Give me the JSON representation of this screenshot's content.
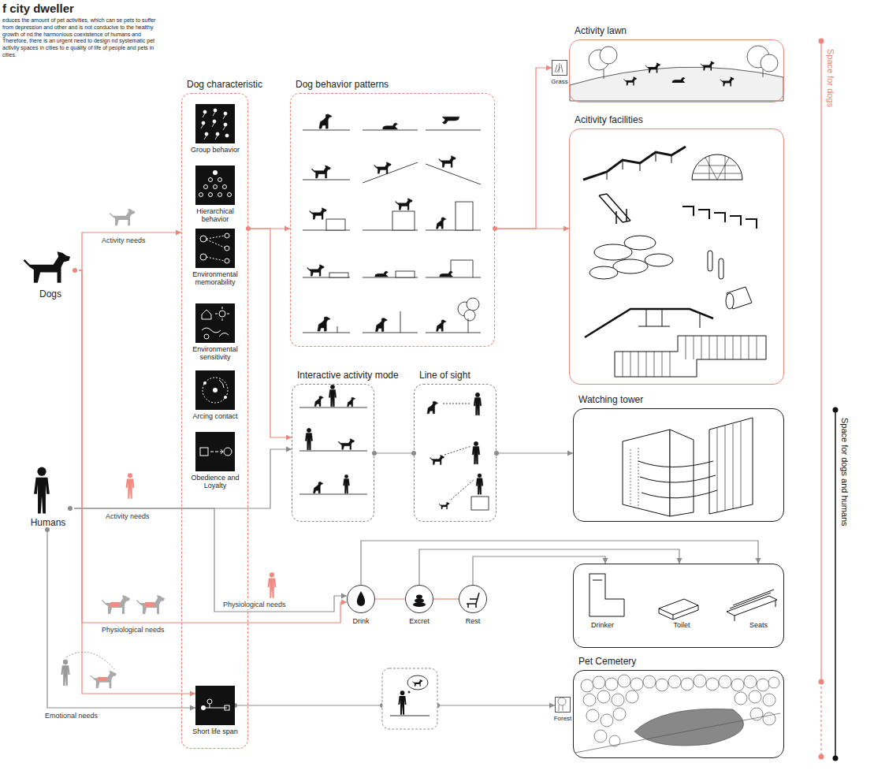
{
  "diagram": {
    "title": "f city dweller",
    "nodes": [
      {
        "text": [
          "Dog characteristic"
        ]
      },
      {
        "text": [
          "Group behavior"
        ],
        "in": 0
      },
      {
        "text": [
          "Hierarchical behavior"
        ],
        "in": 0
      },
      {
        "text": [
          "Environmental memorability"
        ],
        "in": 0
      },
      {
        "text": [
          "Environmental sensitivity"
        ],
        "in": 0
      },
      {
        "text": [
          "Arcing contact"
        ],
        "in": 0
      },
      {
        "text": [
          "Obedience and Loyalty"
        ],
        "in": 0
      },
      {
        "text": [
          "Short life span"
        ],
        "in": 0
      },
      {
        "text": [
          "Dog behavior patterns"
        ]
      },
      {
        "text": [
          "Activity lawn"
        ]
      },
      {
        "text": [
          "Grass"
        ],
        "in": 9
      },
      {
        "text": [
          "Acitivity facilities"
        ]
      },
      {
        "text": [
          "Dogs"
        ]
      },
      {
        "text": [
          "Interactive activity mode"
        ]
      },
      {
        "text": [
          "Line of sight"
        ]
      },
      {
        "text": [
          "Watching tower"
        ]
      },
      {
        "text": [
          "Humans"
        ]
      },
      {
        "text": [
          "Drink"
        ]
      },
      {
        "text": [
          "Excret"
        ]
      },
      {
        "text": [
          "Rest"
        ]
      },
      {
        "text": [
          "Drinker",
          "Toilet",
          "Seats"
        ]
      },
      {
        "text": [
          "Pet Cemetery"
        ]
      },
      {
        "text": [
          "Forest"
        ],
        "in": 21
      }
    ],
    "edges": [
      {
        "from": 12,
        "to": 0,
        "label": "Activity needs",
        "arrow": "to"
      },
      {
        "from": 0,
        "to": 8,
        "arrow": "to"
      },
      {
        "from": 0,
        "to": 13,
        "arrow": "to"
      },
      {
        "from": 8,
        "to": 10,
        "arrow": "to"
      },
      {
        "from": 8,
        "to": 11,
        "arrow": "to"
      },
      {
        "from": 16,
        "to": 13,
        "label": "Activity needs",
        "arrow": "to"
      },
      {
        "from": 13,
        "to": 14,
        "arrow": "none"
      },
      {
        "from": 14,
        "to": 15,
        "arrow": "to"
      },
      {
        "from": 12,
        "to": 17,
        "label": "Physiological needs",
        "arrow": "to"
      },
      {
        "from": 16,
        "to": 17,
        "label": "Physiological needs",
        "arrow": "to"
      },
      {
        "from": 17,
        "to": 18,
        "arrow": "none"
      },
      {
        "from": 18,
        "to": 19,
        "arrow": "none"
      },
      {
        "from": 17,
        "to": 20,
        "arrow": "to"
      },
      {
        "from": 18,
        "to": 20,
        "arrow": "to"
      },
      {
        "from": 19,
        "to": 20,
        "arrow": "to"
      },
      {
        "from": 12,
        "to": 7,
        "arrow": "to"
      },
      {
        "from": 16,
        "to": 7,
        "label": "Emotional needs",
        "arrow": "to"
      },
      {
        "from": 7,
        "to": 22,
        "arrow": "to"
      }
    ],
    "labels": [
      "educes the amount of pet activities, which can se pets to suffer from depression and other and is not conducive to the healthy growth of nd the harmonious coexistence of humans and Therefore, there is an urgent need to design nd systematic pet activity spaces in cities to e quality of life of people and pets in cities.",
      "Space for dogs",
      "Space for dogs and humans"
    ]
  }
}
